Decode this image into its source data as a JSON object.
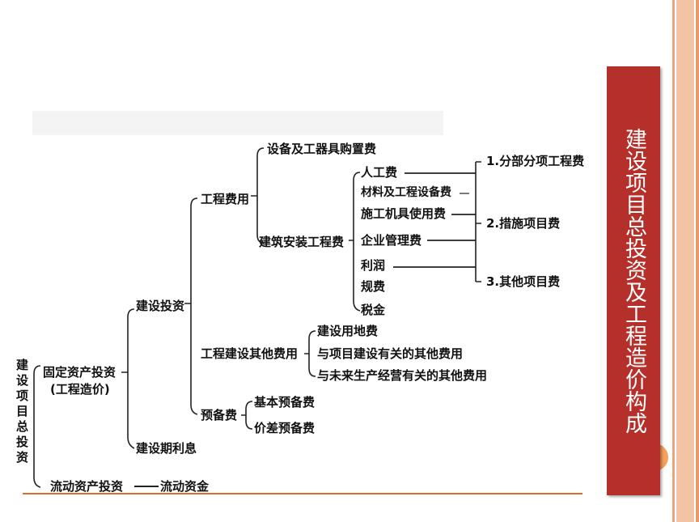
{
  "title": "建设项目总投资及工程造价构成",
  "nodes": {
    "root": "建设项目总投资",
    "fixed_asset": "固定资产投资",
    "fixed_asset_note": "(工程造价)",
    "working_capital_investment": "流动资产投资",
    "working_capital": "流动资金",
    "construction_investment": "建设投资",
    "construction_interest": "建设期利息",
    "engineering_cost": "工程费用",
    "other_cost": "工程建设其他费用",
    "reserve": "预备费",
    "equipment_purchase": "设备及工器具购置费",
    "installation": "建筑安装工程费",
    "labor": "人工费",
    "materials": "材料及工程设备费",
    "machinery": "施工机具使用费",
    "management": "企业管理费",
    "profit": "利润",
    "fees": "规费",
    "tax": "税金",
    "subdivision": "1.分部分项工程费",
    "measures": "2.措施项目费",
    "other_items": "3.其他项目费",
    "land": "建设用地费",
    "project_related": "与项目建设有关的其他费用",
    "future_production": "与未来生产经营有关的其他费用",
    "basic_reserve": "基本预备费",
    "price_reserve": "价差预备费"
  },
  "colors": {
    "title_bg": "#b5302a",
    "accent": "#e06a2c",
    "stripe": "#f3c3a4"
  }
}
